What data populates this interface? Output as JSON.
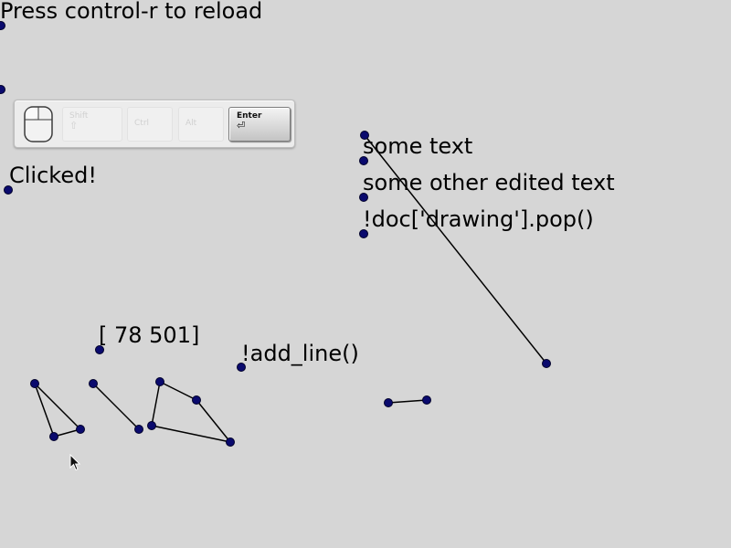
{
  "header": {
    "reload_hint": "Press control-r to reload"
  },
  "status": {
    "clicked_label": "Clicked!"
  },
  "key_strip": {
    "mouse": "mouse-icon",
    "shift_label": "Shift",
    "shift_symbol": "⇧",
    "ctrl_label": "Ctrl",
    "alt_label": "Alt",
    "enter_label": "Enter",
    "enter_symbol": "⏎",
    "pressed_key": "Enter"
  },
  "canvas_labels": {
    "coords": "[ 78 501]",
    "add_line": "!add_line()",
    "text_1": "some text",
    "text_2": "some other edited text",
    "text_3": "!doc['drawing'].pop()"
  },
  "colors": {
    "background": "#d6d6d6",
    "point_fill": "#0a0a6e",
    "point_stroke": "#00002a",
    "line": "#000000"
  }
}
